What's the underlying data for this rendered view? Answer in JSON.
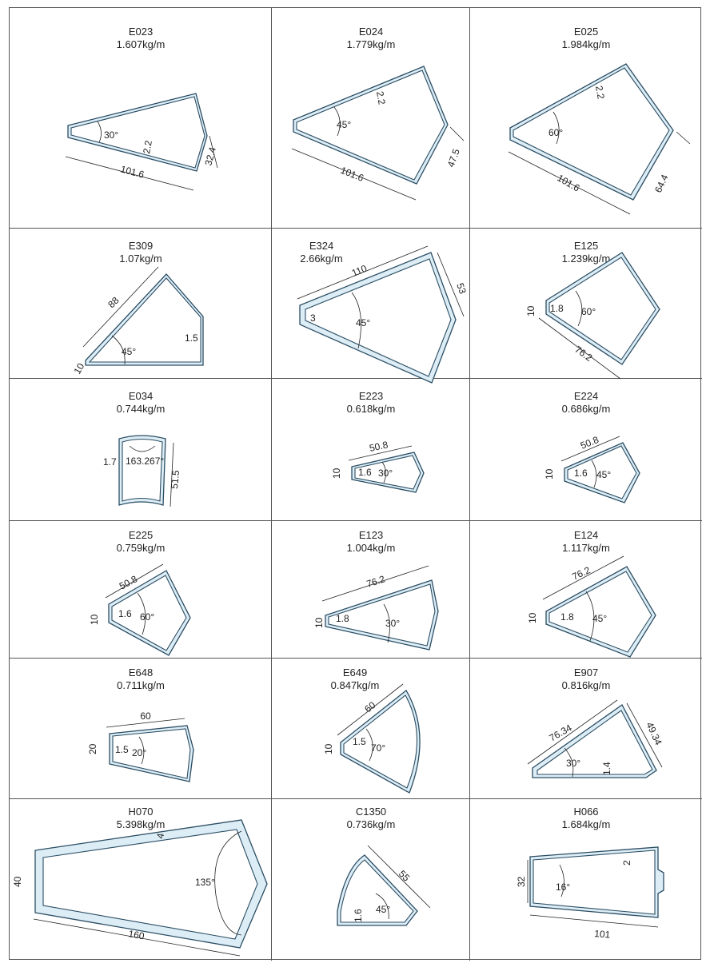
{
  "profiles": [
    {
      "code": "E023",
      "weight": "1.607kg/m",
      "dims": [
        "30°",
        "2.2",
        "101.6",
        "32.4"
      ]
    },
    {
      "code": "E024",
      "weight": "1.779kg/m",
      "dims": [
        "2.2",
        "45°",
        "101.6",
        "47.5"
      ]
    },
    {
      "code": "E025",
      "weight": "1.984kg/m",
      "dims": [
        "2.2",
        "60°",
        "101.6",
        "64.4"
      ]
    },
    {
      "code": "E309",
      "weight": "1.07kg/m",
      "dims": [
        "88",
        "1.5",
        "45°",
        "10"
      ]
    },
    {
      "code": "E324",
      "weight": "2.66kg/m",
      "dims": [
        "110",
        "53",
        "3",
        "45°"
      ]
    },
    {
      "code": "E125",
      "weight": "1.239kg/m",
      "dims": [
        "10",
        "1.8",
        "60°",
        "76.2"
      ]
    },
    {
      "code": "E034",
      "weight": "0.744kg/m",
      "dims": [
        "1.7",
        "163.267°",
        "51.5"
      ]
    },
    {
      "code": "E223",
      "weight": "0.618kg/m",
      "dims": [
        "50.8",
        "10",
        "1.6",
        "30°"
      ]
    },
    {
      "code": "E224",
      "weight": "0.686kg/m",
      "dims": [
        "50.8",
        "10",
        "1.6",
        "45°"
      ]
    },
    {
      "code": "E225",
      "weight": "0.759kg/m",
      "dims": [
        "50.8",
        "10",
        "1.6",
        "60°"
      ]
    },
    {
      "code": "E123",
      "weight": "1.004kg/m",
      "dims": [
        "76.2",
        "10",
        "1.8",
        "30°"
      ]
    },
    {
      "code": "E124",
      "weight": "1.117kg/m",
      "dims": [
        "76.2",
        "10",
        "1.8",
        "45°"
      ]
    },
    {
      "code": "E648",
      "weight": "0.711kg/m",
      "dims": [
        "60",
        "20",
        "1.5",
        "20°"
      ]
    },
    {
      "code": "E649",
      "weight": "0.847kg/m",
      "dims": [
        "60",
        "10",
        "1.5",
        "70°"
      ]
    },
    {
      "code": "E907",
      "weight": "0.816kg/m",
      "dims": [
        "76.34",
        "49.34",
        "30°",
        "1.4"
      ]
    },
    {
      "code": "H070",
      "weight": "5.398kg/m",
      "dims": [
        "4",
        "40",
        "135°",
        "160"
      ]
    },
    {
      "code": "C1350",
      "weight": "0.736kg/m",
      "dims": [
        "55",
        "1.6",
        "45°"
      ]
    },
    {
      "code": "H066",
      "weight": "1.684kg/m",
      "dims": [
        "2",
        "32",
        "16°",
        "101"
      ]
    }
  ]
}
